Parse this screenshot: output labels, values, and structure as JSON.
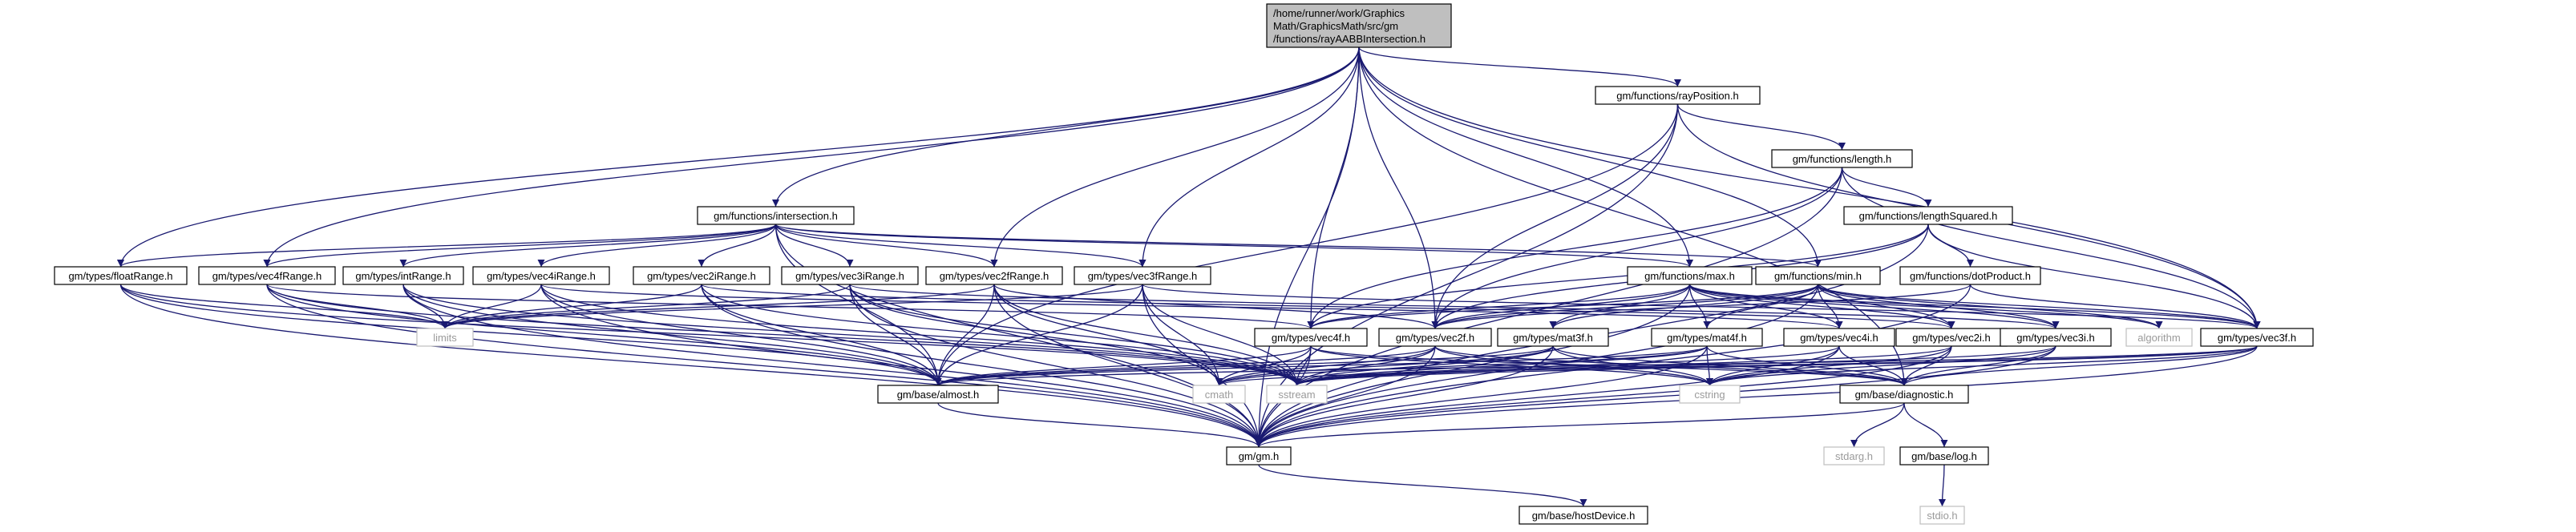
{
  "graph": {
    "root": {
      "lines": [
        "/home/runner/work/Graphics",
        "Math/GraphicsMath/src/gm",
        "/functions/rayAABBIntersection.h"
      ]
    },
    "nodes": [
      {
        "id": "rayPosition",
        "label": "gm/functions/rayPosition.h"
      },
      {
        "id": "length",
        "label": "gm/functions/length.h"
      },
      {
        "id": "lengthSquared",
        "label": "gm/functions/lengthSquared.h"
      },
      {
        "id": "intersection",
        "label": "gm/functions/intersection.h"
      },
      {
        "id": "min",
        "label": "gm/functions/min.h"
      },
      {
        "id": "dotProduct",
        "label": "gm/functions/dotProduct.h"
      },
      {
        "id": "max",
        "label": "gm/functions/max.h"
      },
      {
        "id": "floatRange",
        "label": "gm/types/floatRange.h"
      },
      {
        "id": "vec4fRange",
        "label": "gm/types/vec4fRange.h"
      },
      {
        "id": "intRange",
        "label": "gm/types/intRange.h"
      },
      {
        "id": "vec4iRange",
        "label": "gm/types/vec4iRange.h"
      },
      {
        "id": "vec2iRange",
        "label": "gm/types/vec2iRange.h"
      },
      {
        "id": "vec3iRange",
        "label": "gm/types/vec3iRange.h"
      },
      {
        "id": "vec2fRange",
        "label": "gm/types/vec2fRange.h"
      },
      {
        "id": "vec3fRange",
        "label": "gm/types/vec3fRange.h"
      },
      {
        "id": "limits",
        "label": "limits",
        "leaf": true
      },
      {
        "id": "vec4f",
        "label": "gm/types/vec4f.h"
      },
      {
        "id": "vec2f",
        "label": "gm/types/vec2f.h"
      },
      {
        "id": "mat3f",
        "label": "gm/types/mat3f.h"
      },
      {
        "id": "mat4f",
        "label": "gm/types/mat4f.h"
      },
      {
        "id": "vec4i",
        "label": "gm/types/vec4i.h"
      },
      {
        "id": "vec2i",
        "label": "gm/types/vec2i.h"
      },
      {
        "id": "vec3i",
        "label": "gm/types/vec3i.h"
      },
      {
        "id": "algorithm",
        "label": "algorithm",
        "leaf": true
      },
      {
        "id": "vec3f",
        "label": "gm/types/vec3f.h"
      },
      {
        "id": "almost",
        "label": "gm/base/almost.h"
      },
      {
        "id": "cmath",
        "label": "cmath",
        "leaf": true
      },
      {
        "id": "sstream",
        "label": "sstream",
        "leaf": true
      },
      {
        "id": "cstring",
        "label": "cstring",
        "leaf": true
      },
      {
        "id": "diagnostic",
        "label": "gm/base/diagnostic.h"
      },
      {
        "id": "gm",
        "label": "gm/gm.h"
      },
      {
        "id": "stdarg",
        "label": "stdarg.h",
        "leaf": true
      },
      {
        "id": "log",
        "label": "gm/base/log.h"
      },
      {
        "id": "hostDevice",
        "label": "gm/base/hostDevice.h"
      },
      {
        "id": "stdio",
        "label": "stdio.h",
        "leaf": true
      }
    ],
    "edges": [
      [
        "root",
        "rayPosition"
      ],
      [
        "root",
        "intersection"
      ],
      [
        "root",
        "min"
      ],
      [
        "root",
        "max"
      ],
      [
        "root",
        "floatRange"
      ],
      [
        "root",
        "vec4fRange"
      ],
      [
        "root",
        "vec2fRange"
      ],
      [
        "root",
        "vec3fRange"
      ],
      [
        "root",
        "vec4f"
      ],
      [
        "root",
        "vec2f"
      ],
      [
        "root",
        "vec3f"
      ],
      [
        "root",
        "diagnostic"
      ],
      [
        "root",
        "gm"
      ],
      [
        "rayPosition",
        "length"
      ],
      [
        "rayPosition",
        "vec2f"
      ],
      [
        "rayPosition",
        "vec3f"
      ],
      [
        "rayPosition",
        "gm"
      ],
      [
        "rayPosition",
        "almost"
      ],
      [
        "length",
        "lengthSquared"
      ],
      [
        "length",
        "vec4f"
      ],
      [
        "length",
        "vec2f"
      ],
      [
        "length",
        "vec3f"
      ],
      [
        "length",
        "gm"
      ],
      [
        "lengthSquared",
        "dotProduct"
      ],
      [
        "lengthSquared",
        "vec4f"
      ],
      [
        "lengthSquared",
        "vec2f"
      ],
      [
        "lengthSquared",
        "vec3f"
      ],
      [
        "lengthSquared",
        "gm"
      ],
      [
        "dotProduct",
        "vec3f"
      ],
      [
        "dotProduct",
        "vec2f"
      ],
      [
        "dotProduct",
        "gm"
      ],
      [
        "intersection",
        "floatRange"
      ],
      [
        "intersection",
        "vec4fRange"
      ],
      [
        "intersection",
        "intRange"
      ],
      [
        "intersection",
        "vec4iRange"
      ],
      [
        "intersection",
        "vec2iRange"
      ],
      [
        "intersection",
        "vec3iRange"
      ],
      [
        "intersection",
        "vec2fRange"
      ],
      [
        "intersection",
        "vec3fRange"
      ],
      [
        "intersection",
        "max"
      ],
      [
        "intersection",
        "min"
      ],
      [
        "intersection",
        "gm"
      ],
      [
        "intersection",
        "almost"
      ],
      [
        "min",
        "vec4f"
      ],
      [
        "min",
        "vec2f"
      ],
      [
        "min",
        "mat3f"
      ],
      [
        "min",
        "mat4f"
      ],
      [
        "min",
        "vec4i"
      ],
      [
        "min",
        "vec2i"
      ],
      [
        "min",
        "vec3i"
      ],
      [
        "min",
        "vec3f"
      ],
      [
        "min",
        "algorithm"
      ],
      [
        "min",
        "gm"
      ],
      [
        "max",
        "vec4f"
      ],
      [
        "max",
        "vec2f"
      ],
      [
        "max",
        "mat3f"
      ],
      [
        "max",
        "mat4f"
      ],
      [
        "max",
        "vec4i"
      ],
      [
        "max",
        "vec2i"
      ],
      [
        "max",
        "vec3i"
      ],
      [
        "max",
        "vec3f"
      ],
      [
        "max",
        "algorithm"
      ],
      [
        "max",
        "gm"
      ],
      [
        "floatRange",
        "limits"
      ],
      [
        "floatRange",
        "almost"
      ],
      [
        "floatRange",
        "gm"
      ],
      [
        "floatRange",
        "sstream"
      ],
      [
        "vec4fRange",
        "vec4f"
      ],
      [
        "vec4fRange",
        "limits"
      ],
      [
        "vec4fRange",
        "almost"
      ],
      [
        "vec4fRange",
        "gm"
      ],
      [
        "vec4fRange",
        "sstream"
      ],
      [
        "intRange",
        "limits"
      ],
      [
        "intRange",
        "almost"
      ],
      [
        "intRange",
        "gm"
      ],
      [
        "intRange",
        "sstream"
      ],
      [
        "vec4iRange",
        "vec4i"
      ],
      [
        "vec4iRange",
        "limits"
      ],
      [
        "vec4iRange",
        "almost"
      ],
      [
        "vec4iRange",
        "gm"
      ],
      [
        "vec4iRange",
        "sstream"
      ],
      [
        "vec2iRange",
        "vec2i"
      ],
      [
        "vec2iRange",
        "limits"
      ],
      [
        "vec2iRange",
        "almost"
      ],
      [
        "vec2iRange",
        "gm"
      ],
      [
        "vec2iRange",
        "sstream"
      ],
      [
        "vec3iRange",
        "vec3i"
      ],
      [
        "vec3iRange",
        "limits"
      ],
      [
        "vec3iRange",
        "almost"
      ],
      [
        "vec3iRange",
        "gm"
      ],
      [
        "vec3iRange",
        "sstream"
      ],
      [
        "vec3iRange",
        "cmath"
      ],
      [
        "vec2fRange",
        "vec2f"
      ],
      [
        "vec2fRange",
        "limits"
      ],
      [
        "vec2fRange",
        "almost"
      ],
      [
        "vec2fRange",
        "gm"
      ],
      [
        "vec2fRange",
        "sstream"
      ],
      [
        "vec2fRange",
        "cmath"
      ],
      [
        "vec3fRange",
        "vec3f"
      ],
      [
        "vec3fRange",
        "limits"
      ],
      [
        "vec3fRange",
        "almost"
      ],
      [
        "vec3fRange",
        "gm"
      ],
      [
        "vec3fRange",
        "sstream"
      ],
      [
        "vec3fRange",
        "cmath"
      ],
      [
        "vec4f",
        "almost"
      ],
      [
        "vec4f",
        "cmath"
      ],
      [
        "vec4f",
        "sstream"
      ],
      [
        "vec4f",
        "cstring"
      ],
      [
        "vec4f",
        "diagnostic"
      ],
      [
        "vec4f",
        "gm"
      ],
      [
        "vec2f",
        "almost"
      ],
      [
        "vec2f",
        "cmath"
      ],
      [
        "vec2f",
        "sstream"
      ],
      [
        "vec2f",
        "cstring"
      ],
      [
        "vec2f",
        "diagnostic"
      ],
      [
        "vec2f",
        "gm"
      ],
      [
        "mat3f",
        "almost"
      ],
      [
        "mat3f",
        "cmath"
      ],
      [
        "mat3f",
        "sstream"
      ],
      [
        "mat3f",
        "cstring"
      ],
      [
        "mat3f",
        "diagnostic"
      ],
      [
        "mat3f",
        "gm"
      ],
      [
        "mat4f",
        "almost"
      ],
      [
        "mat4f",
        "cmath"
      ],
      [
        "mat4f",
        "sstream"
      ],
      [
        "mat4f",
        "cstring"
      ],
      [
        "mat4f",
        "diagnostic"
      ],
      [
        "mat4f",
        "gm"
      ],
      [
        "vec4i",
        "sstream"
      ],
      [
        "vec4i",
        "cstring"
      ],
      [
        "vec4i",
        "diagnostic"
      ],
      [
        "vec4i",
        "gm"
      ],
      [
        "vec2i",
        "sstream"
      ],
      [
        "vec2i",
        "cstring"
      ],
      [
        "vec2i",
        "diagnostic"
      ],
      [
        "vec2i",
        "gm"
      ],
      [
        "vec3i",
        "sstream"
      ],
      [
        "vec3i",
        "cstring"
      ],
      [
        "vec3i",
        "diagnostic"
      ],
      [
        "vec3i",
        "gm"
      ],
      [
        "vec3f",
        "almost"
      ],
      [
        "vec3f",
        "cmath"
      ],
      [
        "vec3f",
        "sstream"
      ],
      [
        "vec3f",
        "cstring"
      ],
      [
        "vec3f",
        "diagnostic"
      ],
      [
        "vec3f",
        "gm"
      ],
      [
        "almost",
        "gm"
      ],
      [
        "diagnostic",
        "gm"
      ],
      [
        "diagnostic",
        "stdarg"
      ],
      [
        "diagnostic",
        "log"
      ],
      [
        "log",
        "stdio"
      ],
      [
        "gm",
        "hostDevice"
      ]
    ]
  }
}
